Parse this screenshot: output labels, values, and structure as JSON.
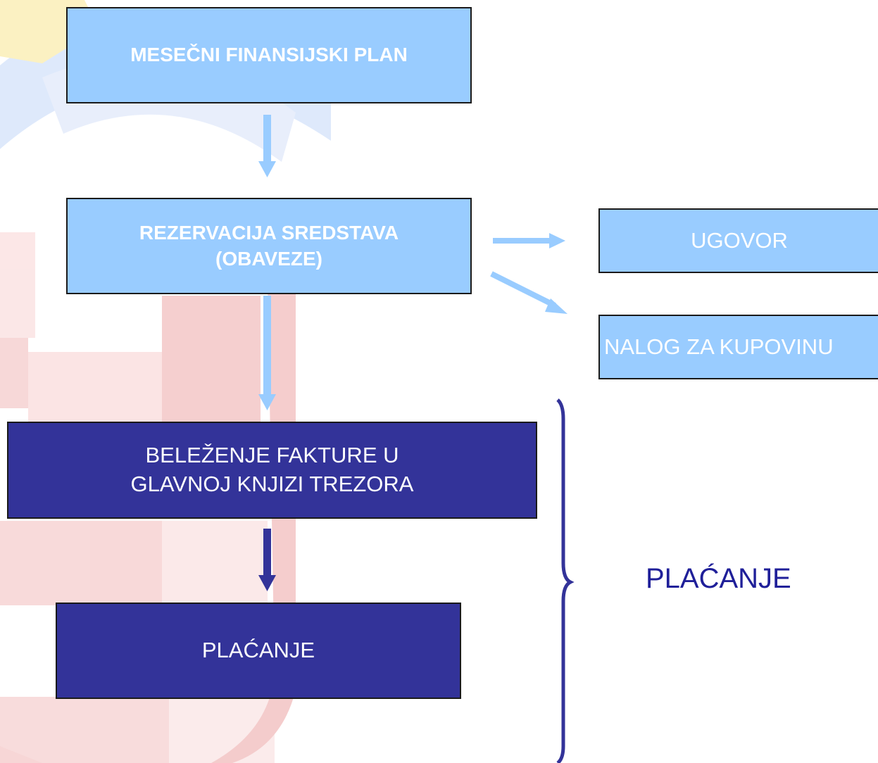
{
  "boxes": {
    "monthly_plan": "MESEČNI FINANSIJSKI PLAN",
    "reservation_line1": "REZERVACIJA SREDSTAVA",
    "reservation_line2": "(OBAVEZE)",
    "contract": "UGOVOR",
    "purchase_order": "NALOG ZA KUPOVINU",
    "invoice_line1": "BELEŽENJE FAKTURE U",
    "invoice_line2": "GLAVNOJ KNJIZI TREZORA",
    "payment": "PLAĆANJE"
  },
  "brace_label": "PLAĆANJE",
  "colors": {
    "light_box": "#99ccff",
    "dark_box": "#333399",
    "light_arrow": "#99ccff",
    "dark_arrow": "#333399",
    "brace": "#333399",
    "brace_label": "#1f1f99",
    "watermark_red": "#f5c9c9",
    "watermark_blue": "#d6e4fa",
    "watermark_yellow": "#fbefb8"
  }
}
